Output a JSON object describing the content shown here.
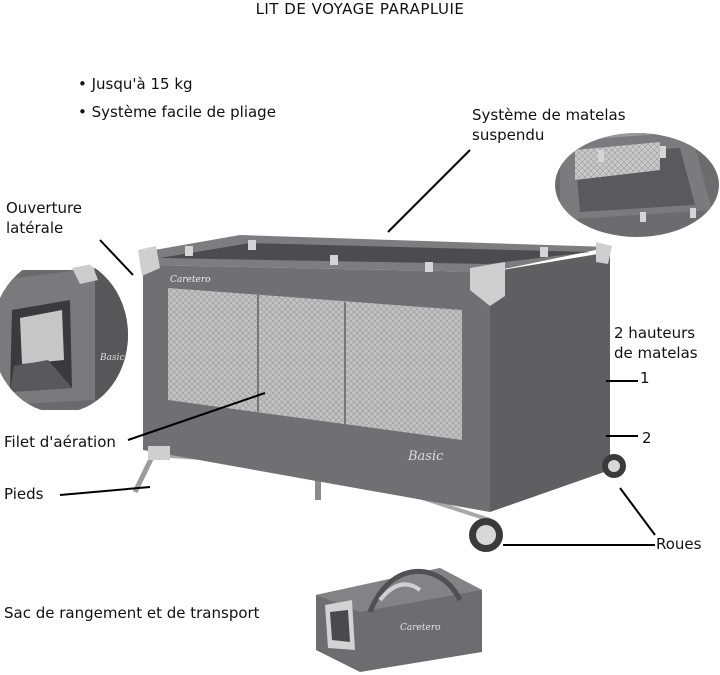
{
  "title": "LIT DE VOYAGE PARAPLUIE",
  "bullets": [
    "Jusqu'à 15 kg",
    "Système facile de pliage"
  ],
  "labels": {
    "matelas_suspendu_1": "Système de matelas",
    "matelas_suspendu_2": "suspendu",
    "ouverture_1": "Ouverture",
    "ouverture_2": "latérale",
    "hauteurs_1": "2 hauteurs",
    "hauteurs_2": "de matelas",
    "hauteur_1": "1",
    "hauteur_2": "2",
    "filet": "Filet d'aération",
    "pieds": "Pieds",
    "roues": "Roues",
    "sac": "Sac de rangement et de transport"
  },
  "brand": "Caretero",
  "model": "Basic",
  "colors": {
    "fabric": "#6f6f72",
    "fabric_dark": "#575759",
    "mesh": "#bfbfbf",
    "plastic": "#cfcfcf",
    "metal": "#b7b7b7"
  }
}
